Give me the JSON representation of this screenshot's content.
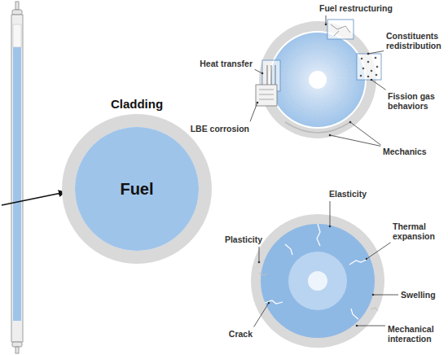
{
  "diagram": {
    "nodes": [
      {
        "text": [
          "Cladding"
        ]
      },
      {
        "text": [
          "Fuel"
        ],
        "in": 0
      }
    ],
    "labels": [
      "Heat transfer",
      "Fuel restructuring",
      "Constituents redistribution",
      "LBE corrosion",
      "Fission gas behaviors",
      "Mechanics",
      "Elasticity",
      "Thermal expansion",
      "Plasticity",
      "Swelling",
      "Crack",
      "Mechanical interaction"
    ]
  }
}
